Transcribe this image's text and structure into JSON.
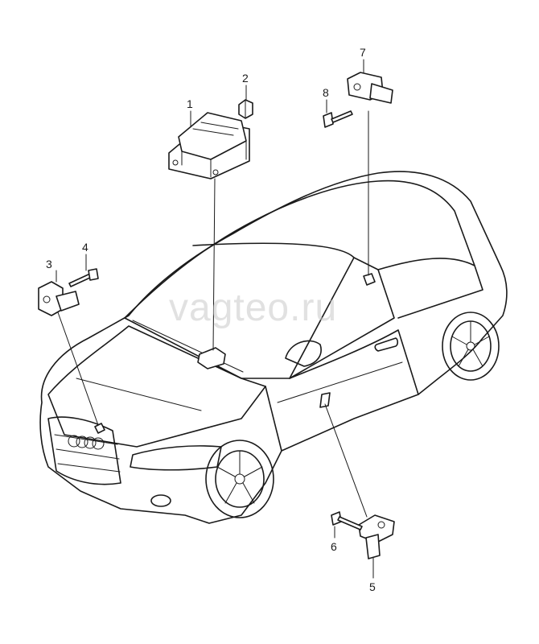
{
  "watermark": "vagteo.ru",
  "callouts": [
    "1",
    "2",
    "3",
    "4",
    "5",
    "6",
    "7",
    "8"
  ]
}
